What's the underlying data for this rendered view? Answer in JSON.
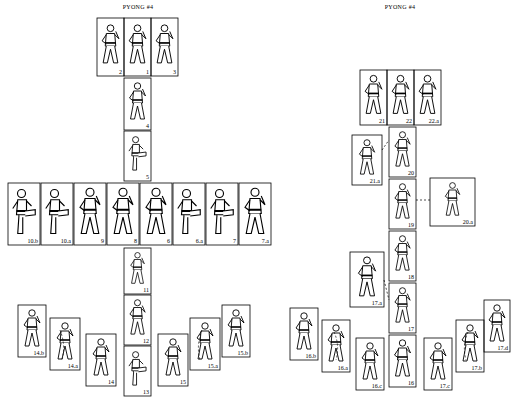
{
  "diagram": {
    "title": "PYONG #4",
    "labels": [
      "PYONG #4",
      "2",
      "1",
      "3",
      "4",
      "5",
      "10.b",
      "10.a",
      "9",
      "8",
      "6",
      "6.a",
      "7",
      "7.a",
      "11",
      "12",
      "13",
      "14.b",
      "14.a",
      "14",
      "15",
      "15.a",
      "15.b",
      "21",
      "22",
      "22.a",
      "21.a",
      "20",
      "19",
      "18",
      "17",
      "16",
      "20.a",
      "17.a",
      "16.b",
      "16.a",
      "16.c",
      "17.c",
      "17.b",
      "17.d"
    ]
  }
}
